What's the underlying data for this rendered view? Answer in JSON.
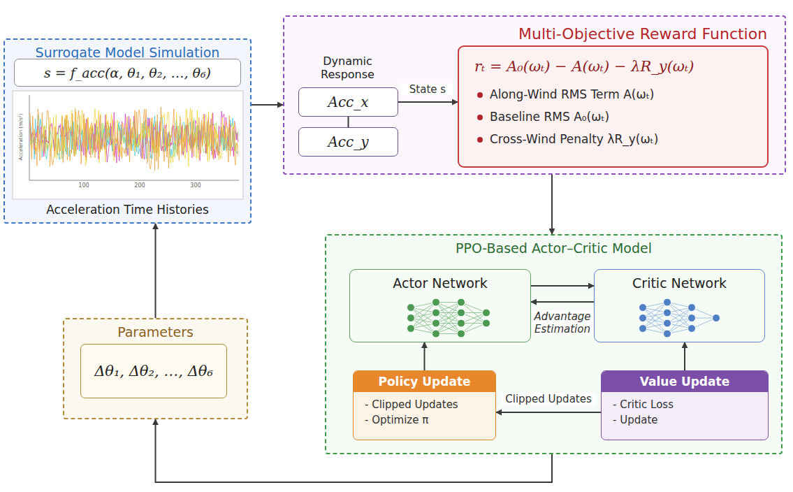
{
  "diagram": {
    "nodes": [
      {
        "text": [
          "Surrogate Model Simulation"
        ]
      },
      {
        "text": [
          "s = f_acc(α, θ₁, θ₂, …, θ₆)"
        ],
        "in": 0
      },
      {
        "text": [
          "Multi-Objective Reward Function"
        ]
      },
      {
        "text": [
          "Acc_x"
        ],
        "in": 2
      },
      {
        "text": [
          "Acc_y"
        ],
        "in": 2
      },
      {
        "text": [
          "rₜ = A₀(ωₜ) − A(ωₜ) − λR_y(ωₜ)",
          "Along-Wind RMS Term A(ωₜ)",
          "Baseline RMS A₀(ωₜ)",
          "Cross-Wind Penalty λR_y(ωₜ)"
        ],
        "in": 2
      },
      {
        "text": [
          "PPO-Based Actor–Critic Model"
        ]
      },
      {
        "text": [
          "Actor Network"
        ],
        "in": 6
      },
      {
        "text": [
          "Critic Network"
        ],
        "in": 6
      },
      {
        "text": [
          "Policy Update",
          "- Clipped Updates",
          "- Optimize π"
        ],
        "in": 6
      },
      {
        "text": [
          "Value Update",
          "- Critic Loss",
          "- Update"
        ],
        "in": 6
      },
      {
        "text": [
          "Parameters"
        ]
      },
      {
        "text": [
          "Δθ₁, Δθ₂, …, Δθ₆"
        ],
        "in": 11
      }
    ],
    "edges": [
      {
        "from": 0,
        "to": 2,
        "arrow": "to"
      },
      {
        "from": 3,
        "to": 4,
        "arrow": "none"
      },
      {
        "from": 3,
        "to": 5,
        "label": "State s",
        "arrow": "to"
      },
      {
        "from": 2,
        "to": 6,
        "arrow": "to"
      },
      {
        "from": 7,
        "to": 8,
        "arrow": "to"
      },
      {
        "from": 8,
        "to": 7,
        "label": "Advantage Estimation",
        "arrow": "to"
      },
      {
        "from": 9,
        "to": 7,
        "arrow": "to"
      },
      {
        "from": 10,
        "to": 8,
        "arrow": "to"
      },
      {
        "from": 10,
        "to": 9,
        "label": "Clipped Updates",
        "arrow": "to"
      },
      {
        "from": 6,
        "to": 11,
        "arrow": "to"
      },
      {
        "from": 11,
        "to": 0,
        "arrow": "to"
      }
    ],
    "labels": [
      "Dynamic Response",
      "Acceleration Time Histories",
      "100",
      "200",
      "300",
      "Acceleration (m/s²)"
    ]
  }
}
